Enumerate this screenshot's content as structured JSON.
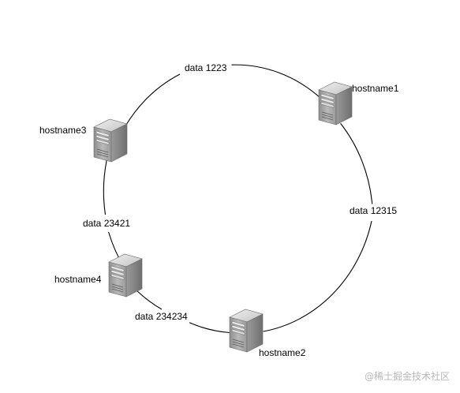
{
  "nodes": {
    "hostname1": "hostname1",
    "hostname2": "hostname2",
    "hostname3": "hostname3",
    "hostname4": "hostname4"
  },
  "data_labels": {
    "top": "data 1223",
    "right": "data 12315",
    "left": "data 23421",
    "bottom_left": "data 234234"
  },
  "watermark": "@稀土掘金技术社区",
  "colors": {
    "ring": "#000000",
    "server_front": "#a9a9a9",
    "server_side": "#7c7c7c",
    "server_top": "#d9d9d9",
    "watermark": "#b7b7b7"
  },
  "icons": {
    "server": "server-icon"
  }
}
